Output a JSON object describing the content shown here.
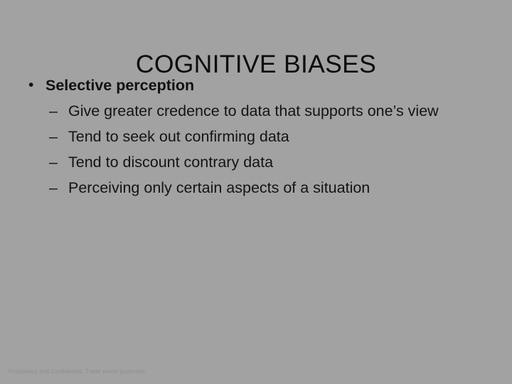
{
  "slide": {
    "title": "COGNITIVE BIASES",
    "background": {
      "highlight_color": "#fbfbfb",
      "edge_color": "#9e9e9e"
    },
    "text_color": "#111111",
    "footer_color": "#8e8e8e"
  },
  "body": {
    "bullet_glyph": "•",
    "subbullet_glyph": "–",
    "items": [
      {
        "level": 1,
        "text": "Selective perception",
        "children": [
          {
            "level": 2,
            "text": "Give greater credence to data that supports one’s view"
          },
          {
            "level": 2,
            "text": "Tend to seek out confirming data"
          },
          {
            "level": 2,
            "text": "Tend to discount contrary data"
          },
          {
            "level": 2,
            "text": "Perceiving only certain aspects of a situation"
          }
        ]
      }
    ]
  },
  "footer": {
    "note": "Proprietary and Confidential. Trade secret protected."
  }
}
